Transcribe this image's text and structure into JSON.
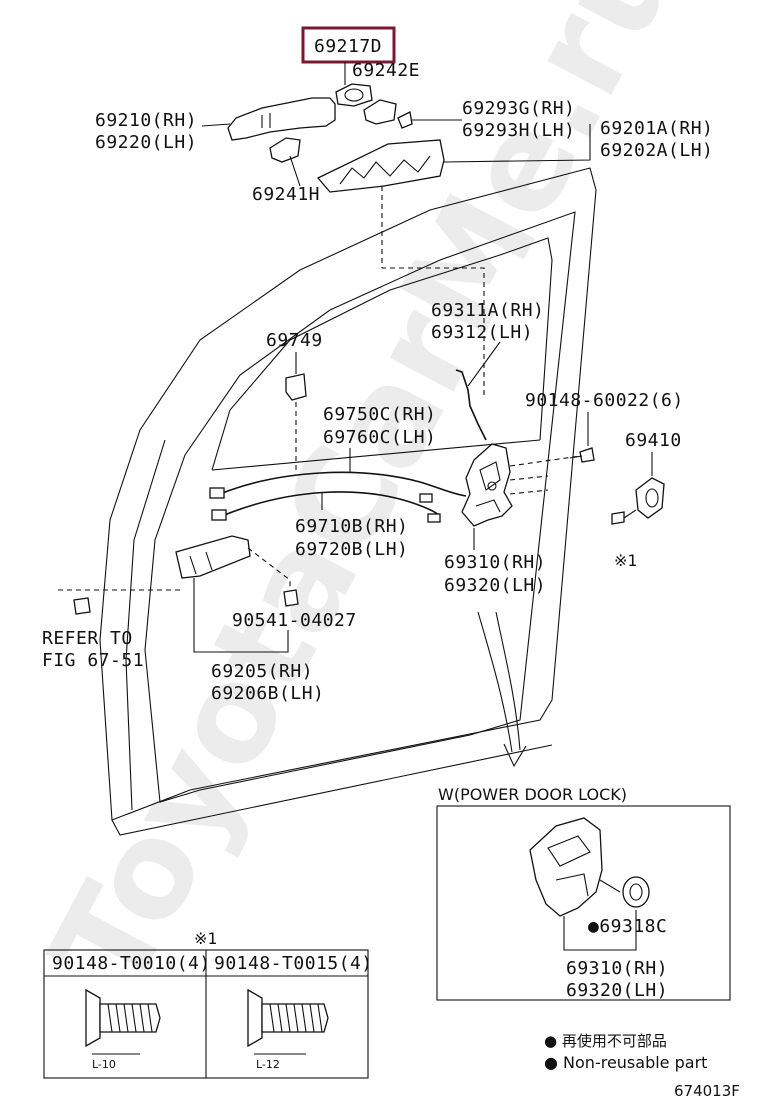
{
  "watermark": "ToyotaCarMe.ru",
  "highlight_color": "#7a1830",
  "parts": {
    "p69217D": "69217D",
    "p69242E": "69242E",
    "p69210": "69210(RH)",
    "p69220": "69220(LH)",
    "p69241H": "69241H",
    "p69293G": "69293G(RH)",
    "p69293H": "69293H(LH)",
    "p69201A": "69201A(RH)",
    "p69202A": "69202A(LH)",
    "p69311A": "69311A(RH)",
    "p69312": "69312(LH)",
    "p69749": "69749",
    "p69750C": "69750C(RH)",
    "p69760C": "69760C(LH)",
    "p90148_60022": "90148-60022(6)",
    "p69410": "69410",
    "p69710B": "69710B(RH)",
    "p69720B": "69720B(LH)",
    "p69310": "69310(RH)",
    "p69320": "69320(LH)",
    "note_ref1": "※1",
    "p90541": "90541-04027",
    "refer1": "REFER TO",
    "refer2": "FIG 67-51",
    "p69205": "69205(RH)",
    "p69206B": "69206B(LH)"
  },
  "inset": {
    "title": "W(POWER DOOR LOCK)",
    "p69318C": "●69318C",
    "p69310": "69310(RH)",
    "p69320": "69320(LH)"
  },
  "bolt_table": {
    "ref": "※1",
    "col1": "90148-T0010(4)",
    "col2": "90148-T0015(4)",
    "dim1": "L-10",
    "dim2": "L-12"
  },
  "legend": {
    "jp": "● 再使用不可部品",
    "en": "● Non-reusable part"
  },
  "figure_code": "674013F"
}
